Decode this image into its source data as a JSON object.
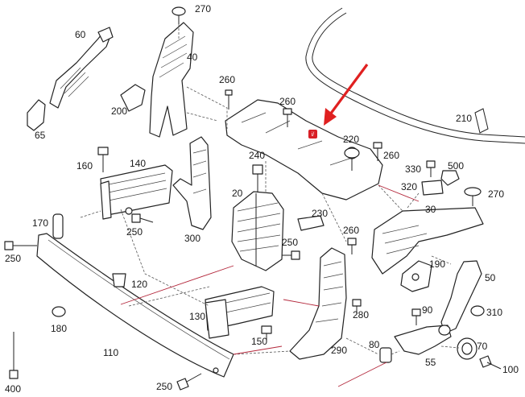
{
  "labels": {
    "l270a": "270",
    "l60": "60",
    "l40": "40",
    "l260a": "260",
    "l260b": "260",
    "l200": "200",
    "l65": "65",
    "l210": "210",
    "l220": "220",
    "l260c": "260",
    "l160": "160",
    "l140": "140",
    "l240": "240",
    "l330": "330",
    "l500": "500",
    "l320": "320",
    "l270b": "270",
    "l20": "20",
    "l230": "230",
    "l30": "30",
    "l170": "170",
    "l250a": "250",
    "l300": "300",
    "l260d": "260",
    "l250b": "250",
    "l250c": "250",
    "l190": "190",
    "l120": "120",
    "l50": "50",
    "l130": "130",
    "l280": "280",
    "l90": "90",
    "l310": "310",
    "l180": "180",
    "l150": "150",
    "l70": "70",
    "l110": "110",
    "l80": "80",
    "l290": "290",
    "l55": "55",
    "l100": "100",
    "l250d": "250",
    "l400": "400"
  },
  "marker": {
    "text": "i/",
    "color": "#d81f26"
  },
  "arrow": {
    "color": "#e02020"
  }
}
